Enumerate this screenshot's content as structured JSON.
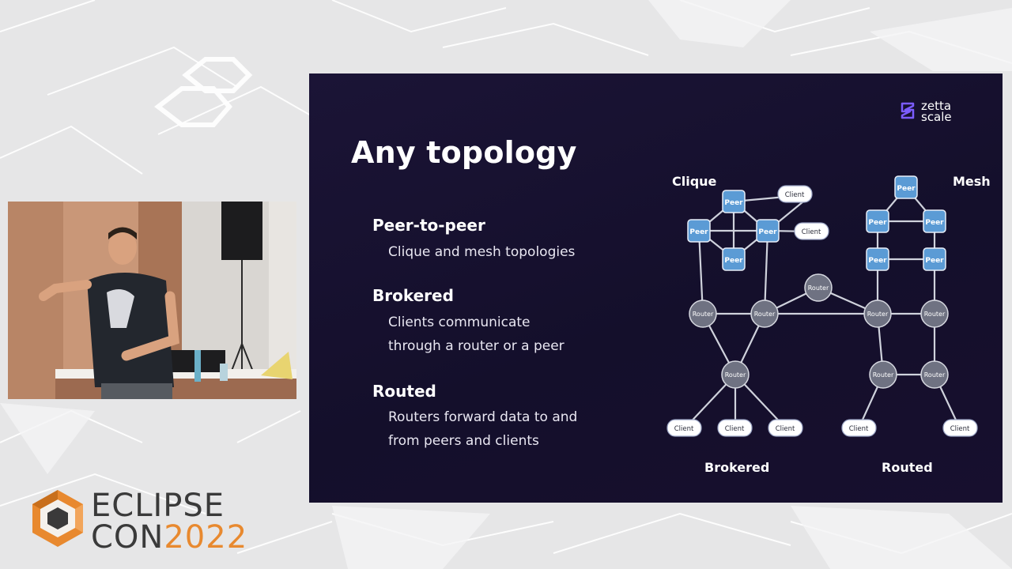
{
  "slide": {
    "title": "Any topology",
    "brand": {
      "line1": "zetta",
      "line2": "scale",
      "icon": "zettascale-logo-icon",
      "accent": "#7b5cff"
    },
    "sections": [
      {
        "heading": "Peer-to-peer",
        "lines": [
          "Clique and mesh topologies"
        ]
      },
      {
        "heading": "Brokered",
        "lines": [
          "Clients communicate",
          "through a router or a peer"
        ]
      },
      {
        "heading": "Routed",
        "lines": [
          "Routers forward data to and",
          "from peers and clients"
        ]
      }
    ],
    "diagram": {
      "labels": {
        "clique": "Clique",
        "mesh": "Mesh",
        "brokered": "Brokered",
        "routed": "Routed"
      },
      "node_text": {
        "peer": "Peer",
        "router": "Router",
        "client": "Client"
      },
      "colors": {
        "peer": "#5b9bd5",
        "router": "#6f7282",
        "client": "#ffffff",
        "edge": "#cfd2dc"
      }
    }
  },
  "event_logo": {
    "line1": "ECLIPSE",
    "line2_prefix": "CON",
    "line2_year": "2022",
    "icon": "eclipsecon-hexagon-icon",
    "accent": "#e8892f"
  }
}
